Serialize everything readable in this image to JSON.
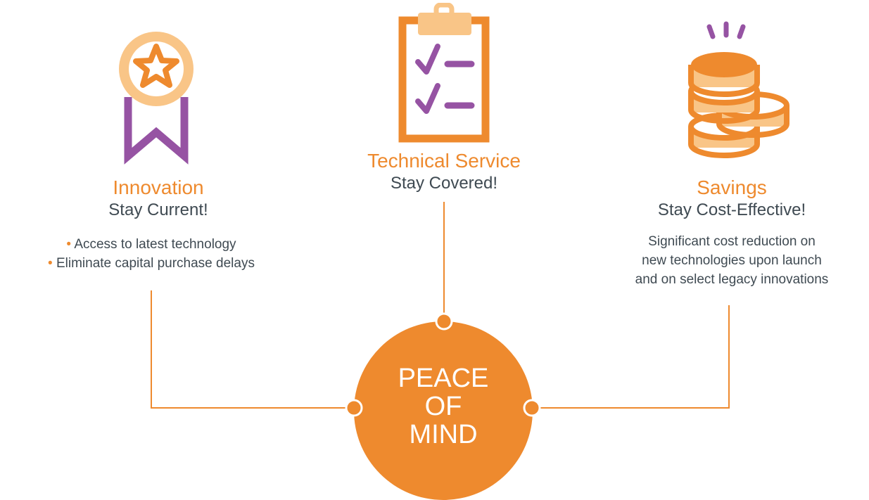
{
  "colors": {
    "accent": "#ee8a2e",
    "accent_light": "#f9c587",
    "purple": "#9653a3",
    "text": "#3f4a52",
    "white": "#ffffff"
  },
  "innovation": {
    "icon": "award-ribbon-star-icon",
    "title": "Innovation",
    "subtitle": "Stay Current!",
    "bullet_mark": "•",
    "bullets": [
      "Access to latest technology",
      "Eliminate capital purchase delays"
    ]
  },
  "technical_service": {
    "icon": "clipboard-checklist-icon",
    "title": "Technical Service",
    "subtitle": "Stay Covered!"
  },
  "savings": {
    "icon": "coin-stack-icon",
    "title": "Savings",
    "subtitle": "Stay Cost-Effective!",
    "description": [
      "Significant cost reduction on",
      "new technologies upon launch",
      "and on select legacy innovations"
    ]
  },
  "hub": {
    "lines": [
      "PEACE",
      "OF",
      "MIND"
    ]
  }
}
